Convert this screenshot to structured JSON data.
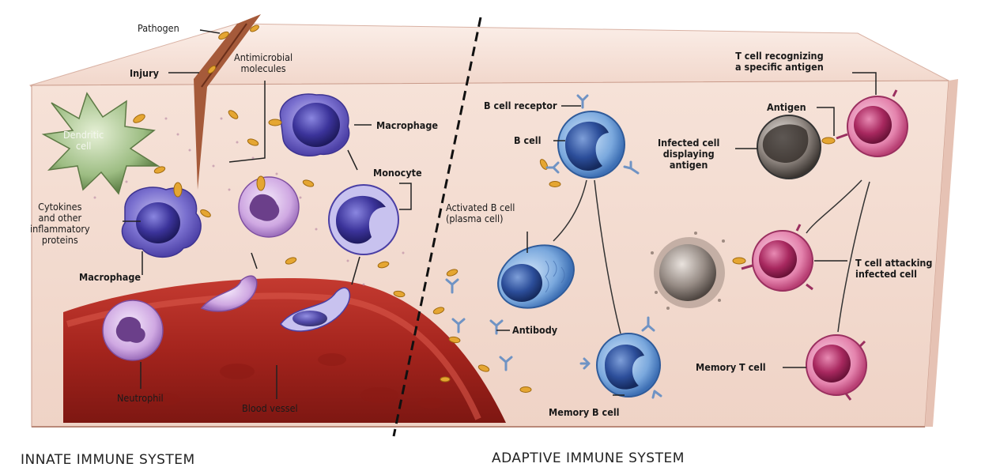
{
  "labels": {
    "pathogen": "Pathogen",
    "injury": "Injury",
    "antimicrobial": "Antimicrobial\nmolecules",
    "dendritic": "Dendritic\ncell",
    "macrophage_top": "Macrophage",
    "monocyte": "Monocyte",
    "cytokines": "Cytokines\nand other\ninflammatory\nproteins",
    "macrophage_left": "Macrophage",
    "neutrophil": "Neutrophil",
    "blood_vessel": "Blood vessel",
    "b_cell_receptor": "B cell receptor",
    "b_cell": "B cell",
    "activated_b_cell": "Activated B cell\n(plasma cell)",
    "antibody": "Antibody",
    "memory_b_cell": "Memory B cell",
    "t_cell_recognizing": "T cell recognizing\na specific antigen",
    "antigen": "Antigen",
    "infected_cell": "Infected cell\ndisplaying\nantigen",
    "t_cell_attacking": "T cell attacking\ninfected cell",
    "memory_t_cell": "Memory T cell"
  },
  "sections": {
    "innate": "INNATE IMMUNE SYSTEM",
    "adaptive": "ADAPTIVE IMMUNE SYSTEM"
  },
  "colors": {
    "tissue": "#f4dcd2",
    "tissue_top": "#f7e6de",
    "tissue_edge": "#d9a899",
    "vessel": "#b3302a",
    "vessel_inner": "#d24a3e",
    "macrophage": "#6f63c4",
    "monocyte": "#5d5fbf",
    "dendritic": "#8fae74",
    "b_cell": "#5f8fcf",
    "t_cell": "#d9578e",
    "neutrophil": "#c49ad8",
    "pathogen": "#e0a030"
  }
}
